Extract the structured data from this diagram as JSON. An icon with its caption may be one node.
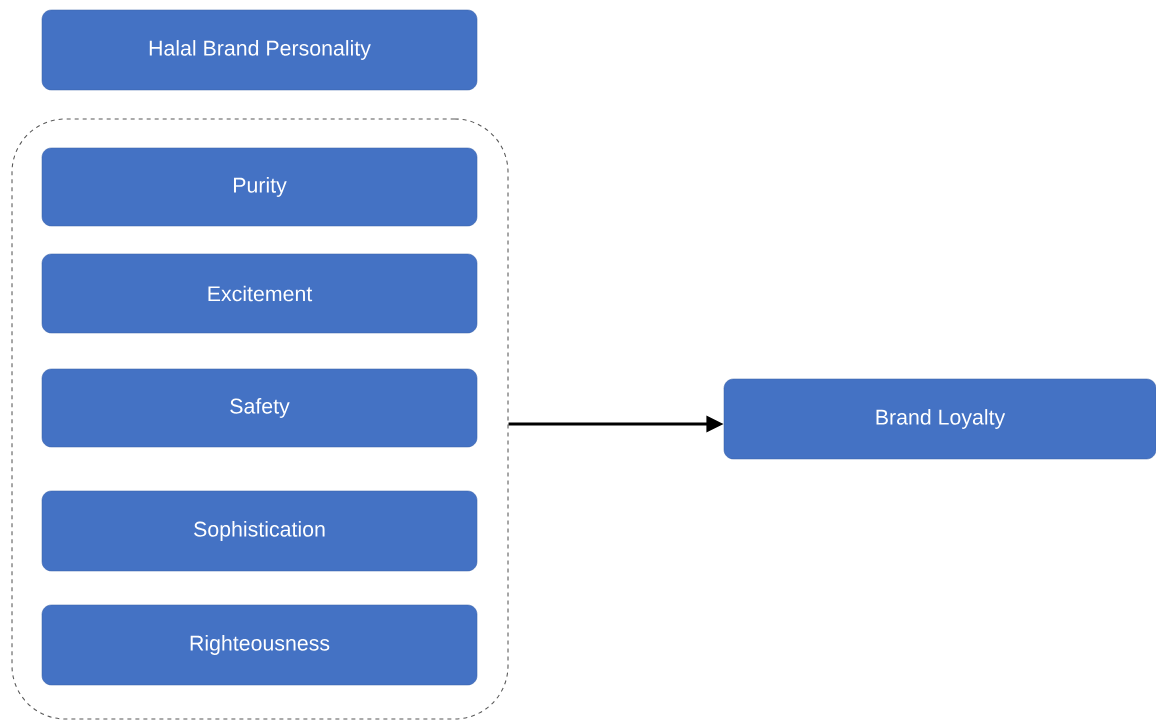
{
  "diagram": {
    "nodes": [
      {
        "text": [
          "Halal Brand Personality"
        ]
      },
      {
        "text": [],
        "shape": "box"
      },
      {
        "text": [
          "Purity"
        ],
        "in": 1
      },
      {
        "text": [
          "Excitement"
        ],
        "in": 1
      },
      {
        "text": [
          "Safety"
        ],
        "in": 1
      },
      {
        "text": [
          "Sophistication"
        ],
        "in": 1
      },
      {
        "text": [
          "Righteousness"
        ],
        "in": 1
      },
      {
        "text": [
          "Brand Loyalty"
        ]
      }
    ],
    "edges": [
      {
        "from": 1,
        "to": 7,
        "arrow": "to"
      }
    ]
  }
}
